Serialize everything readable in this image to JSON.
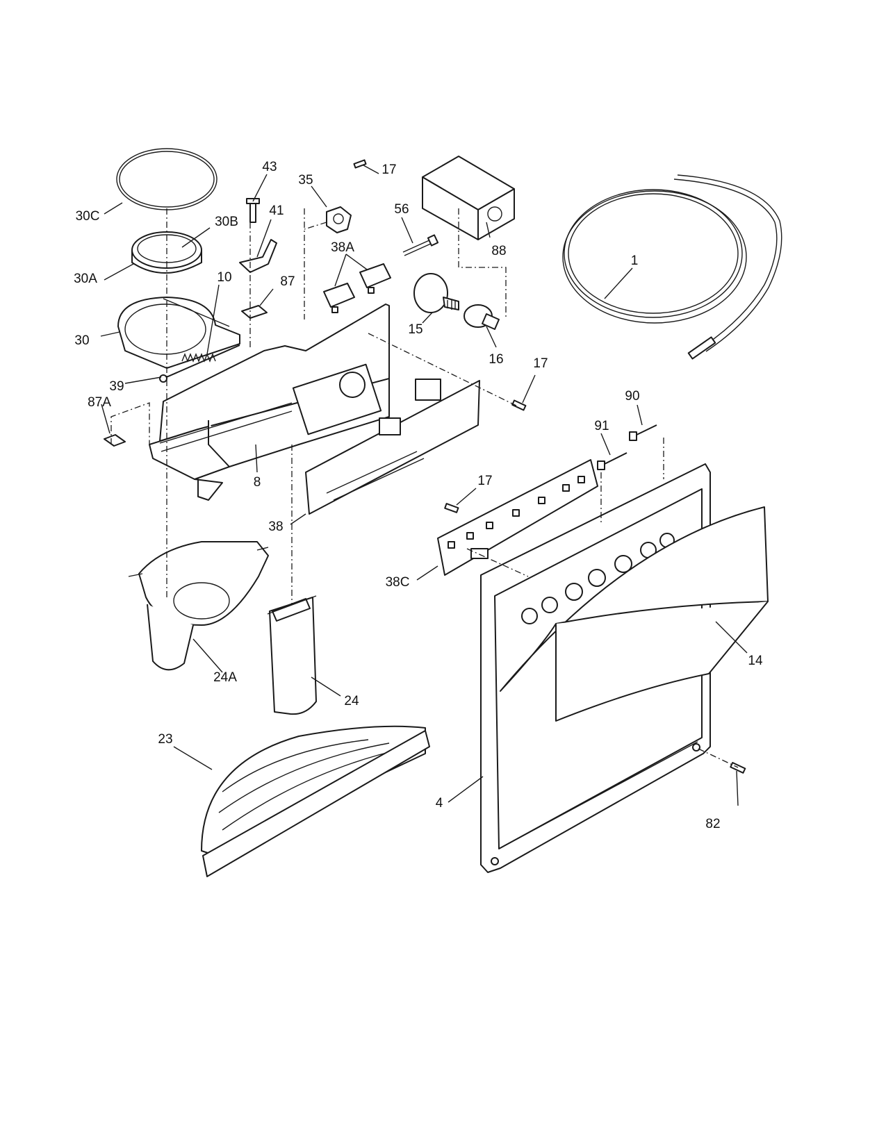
{
  "callouts": [
    {
      "id": "1",
      "text": "1"
    },
    {
      "id": "4",
      "text": "4"
    },
    {
      "id": "8",
      "text": "8"
    },
    {
      "id": "10",
      "text": "10"
    },
    {
      "id": "14",
      "text": "14"
    },
    {
      "id": "15",
      "text": "15"
    },
    {
      "id": "16",
      "text": "16"
    },
    {
      "id": "17a",
      "text": "17"
    },
    {
      "id": "17b",
      "text": "17"
    },
    {
      "id": "17c",
      "text": "17"
    },
    {
      "id": "23",
      "text": "23"
    },
    {
      "id": "24",
      "text": "24"
    },
    {
      "id": "24A",
      "text": "24A"
    },
    {
      "id": "30",
      "text": "30"
    },
    {
      "id": "30A",
      "text": "30A"
    },
    {
      "id": "30B",
      "text": "30B"
    },
    {
      "id": "30C",
      "text": "30C"
    },
    {
      "id": "35",
      "text": "35"
    },
    {
      "id": "38",
      "text": "38"
    },
    {
      "id": "38A",
      "text": "38A"
    },
    {
      "id": "38C",
      "text": "38C"
    },
    {
      "id": "39",
      "text": "39"
    },
    {
      "id": "41",
      "text": "41"
    },
    {
      "id": "43",
      "text": "43"
    },
    {
      "id": "56",
      "text": "56"
    },
    {
      "id": "82",
      "text": "82"
    },
    {
      "id": "87",
      "text": "87"
    },
    {
      "id": "87A",
      "text": "87A"
    },
    {
      "id": "88",
      "text": "88"
    },
    {
      "id": "90",
      "text": "90"
    },
    {
      "id": "91",
      "text": "91"
    }
  ]
}
